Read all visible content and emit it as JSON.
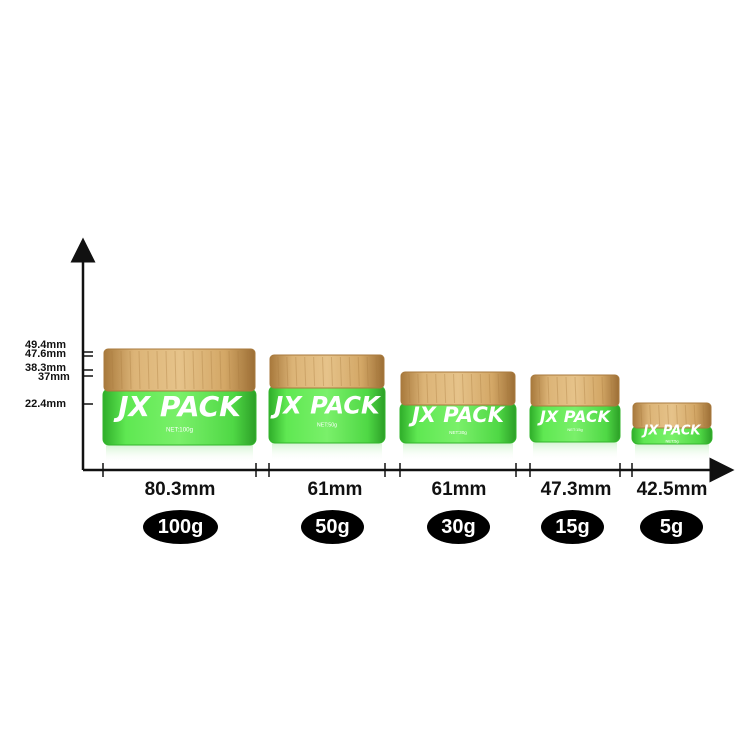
{
  "brand": "JX PACK",
  "colors": {
    "glass": "#56e04a",
    "glass_dark": "#33b52c",
    "lid": "#d6ad6e",
    "lid_dark": "#a87a3e",
    "axis": "#111111",
    "badge": "#000000"
  },
  "height_labels": [
    "49.4mm",
    "47.6mm",
    "38.3mm",
    "37mm",
    "22.4mm"
  ],
  "jars": [
    {
      "id": "100g",
      "width_label": "80.3mm",
      "weight": "100g",
      "net_label": "NET:100g"
    },
    {
      "id": "50g",
      "width_label": "61mm",
      "weight": "50g",
      "net_label": "NET:50g"
    },
    {
      "id": "30g",
      "width_label": "61mm",
      "weight": "30g",
      "net_label": "NET:30g"
    },
    {
      "id": "15g",
      "width_label": "47.3mm",
      "weight": "15g",
      "net_label": "NET:15g"
    },
    {
      "id": "5g",
      "width_label": "42.5mm",
      "weight": "5g",
      "net_label": "NET:5g"
    }
  ]
}
